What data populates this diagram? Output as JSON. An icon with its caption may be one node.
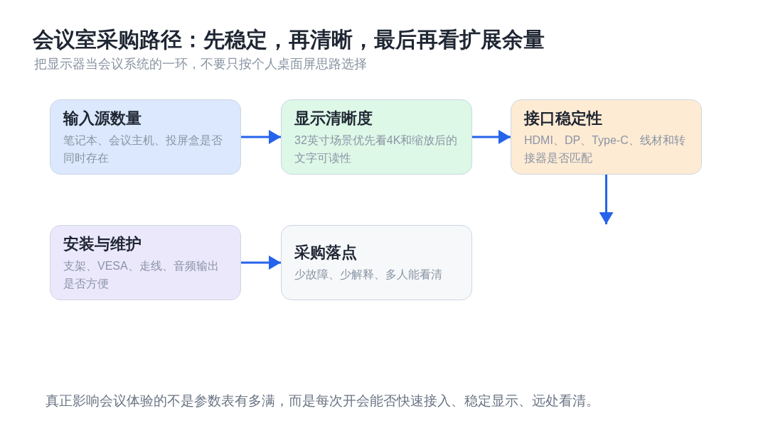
{
  "diagram": {
    "title": "会议室采购路径：先稳定，再清晰，最后再看扩展余量",
    "caption": "真正影响会议体验的不是参数表有多满，而是每次开会能否快速接入、稳定显示、远处看清。",
    "nodes": [
      {
        "text": [
          "输入源数量",
          "笔记本、会议主机、投屏盒是否同时存在"
        ]
      },
      {
        "text": [
          "显示清晰度",
          "32英寸场景优先看4K和缩放后的文字可读性"
        ]
      },
      {
        "text": [
          "接口稳定性",
          "HDMI、DP、Type-C、线材和转接器是否匹配"
        ]
      },
      {
        "text": [
          "安装与维护",
          "支架、VESA、走线、音频输出是否方便"
        ]
      },
      {
        "text": [
          "采购落点",
          "少故障、少解释、多人能看清"
        ]
      }
    ],
    "edges": [
      {
        "from": 0,
        "to": 1,
        "arrow": "to"
      },
      {
        "from": 1,
        "to": 2,
        "arrow": "to"
      },
      {
        "from": 2,
        "to": null,
        "arrow": "to"
      },
      {
        "from": 3,
        "to": 4,
        "arrow": "to"
      }
    ],
    "labels": [
      "把显示器当会议系统的一环，不要只按个人桌面屏思路选择"
    ]
  }
}
